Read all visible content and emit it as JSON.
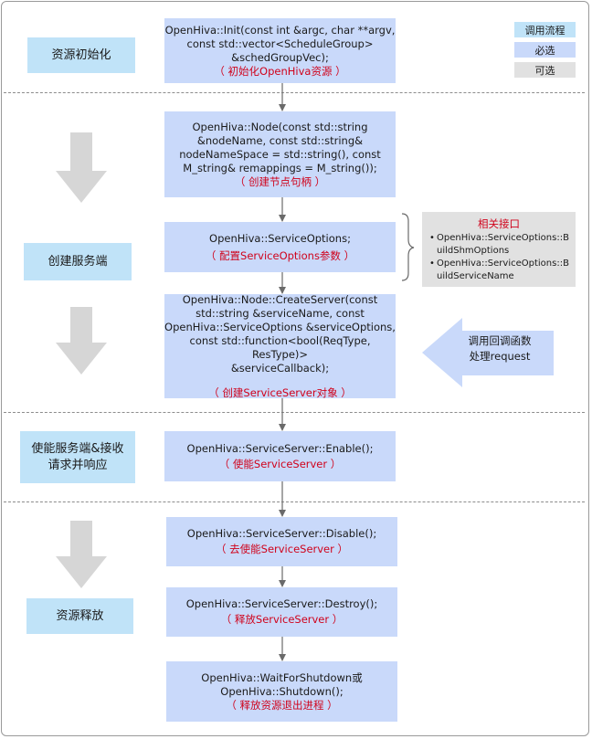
{
  "legend": {
    "call_flow": "调用流程",
    "required": "必选",
    "optional": "可选"
  },
  "stages": {
    "init": "资源初始化",
    "create_server": "创建服务端",
    "enable": [
      "使能服务端&接收",
      "请求并响应"
    ],
    "release": "资源释放"
  },
  "steps": {
    "init": {
      "lines": [
        "OpenHiva::Init(const int &argc, char **argv,",
        "const std::vector<ScheduleGroup>",
        "&schedGroupVec);"
      ],
      "note": "（ 初始化OpenHiva资源 ）"
    },
    "node": {
      "lines": [
        "OpenHiva::Node(const std::string",
        "&nodeName, const std::string&",
        "nodeNameSpace = std::string(), const",
        "M_string& remappings = M_string());"
      ],
      "note": "（ 创建节点句柄 ）"
    },
    "service_options": {
      "lines": [
        "OpenHiva::ServiceOptions;"
      ],
      "note": "（ 配置ServiceOptions参数 ）"
    },
    "create_server": {
      "lines": [
        "OpenHiva::Node::CreateServer(const",
        "std::string &serviceName, const",
        "OpenHiva::ServiceOptions &serviceOptions,",
        "const std::function<bool(ReqType, ResType)>",
        "&serviceCallback);"
      ],
      "note": "（ 创建ServiceServer对象 ）"
    },
    "enable": {
      "lines": [
        "OpenHiva::ServiceServer::Enable();"
      ],
      "note": "（ 使能ServiceServer ）"
    },
    "disable": {
      "lines": [
        "OpenHiva::ServiceServer::Disable();"
      ],
      "note": "（ 去使能ServiceServer ）"
    },
    "destroy": {
      "lines": [
        "OpenHiva::ServiceServer::Destroy();"
      ],
      "note": "（ 释放ServiceServer ）"
    },
    "shutdown": {
      "lines": [
        "OpenHiva::WaitForShutdown或",
        "OpenHiva::Shutdown();"
      ],
      "note": "（ 释放资源退出进程 ）"
    }
  },
  "related": {
    "title": "相关接口",
    "items": [
      [
        "OpenHiva::ServiceOptions::B",
        "uildShmOptions"
      ],
      [
        "OpenHiva::ServiceOptions::B",
        "uildServiceName"
      ]
    ]
  },
  "callback": {
    "lines": [
      "调用回调函数",
      "处理request"
    ]
  },
  "colors": {
    "step_box": "#c9d9fa",
    "stage_box": "#c0e3f8",
    "note_red": "#d0021b",
    "legend_call_flow": "#c0e3f8",
    "legend_required": "#c9d9fa",
    "legend_optional": "#e1e1e1",
    "arrow_gray": "#d6d6d6",
    "callback_arrow": "#c9d9fa"
  }
}
